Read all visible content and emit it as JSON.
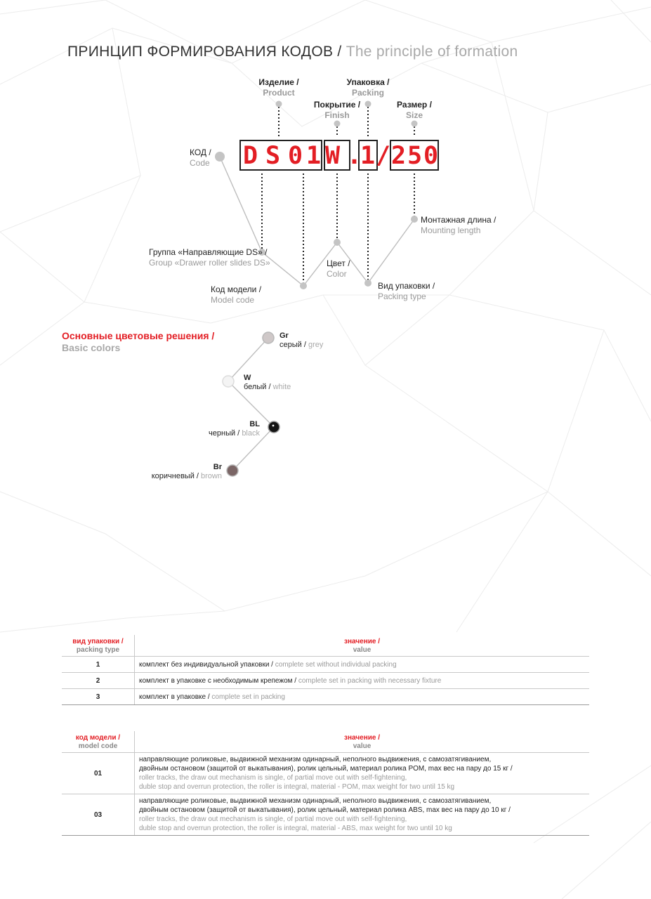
{
  "title": {
    "ru": "ПРИНЦИП ФОРМИРОВАНИЯ КОДОВ /",
    "en": "The principle of formation"
  },
  "diagram": {
    "code_chars": [
      "D",
      "S",
      "0",
      "1",
      "W",
      ".",
      "1",
      "/",
      "2",
      "5",
      "0"
    ],
    "labels": {
      "product": {
        "ru": "Изделие /",
        "en": "Product"
      },
      "finish": {
        "ru": "Покрытие /",
        "en": "Finish"
      },
      "packing": {
        "ru": "Упаковка /",
        "en": "Packing"
      },
      "size": {
        "ru": "Размер /",
        "en": "Size"
      },
      "code": {
        "ru": "КОД /",
        "en": "Code"
      },
      "group": {
        "ru": "Группа «Направляющие DS» /",
        "en": "Group «Drawer roller slides DS»"
      },
      "model_code": {
        "ru": "Код модели /",
        "en": "Model code"
      },
      "color": {
        "ru": "Цвет /",
        "en": "Color"
      },
      "packing_type": {
        "ru": "Вид упаковки /",
        "en": "Packing type"
      },
      "mounting_length": {
        "ru": "Монтажная длина /",
        "en": "Mounting length"
      }
    }
  },
  "colors_section": {
    "title_ru": "Основные цветовые решения /",
    "title_en": "Basic colors",
    "items": [
      {
        "code": "Gr",
        "ru": "серый /",
        "en": "grey",
        "swatch": "#cfc8c8"
      },
      {
        "code": "W",
        "ru": "белый /",
        "en": "white",
        "swatch": "#f4f4f4"
      },
      {
        "code": "BL",
        "ru": "черный /",
        "en": "black",
        "swatch": "#141414"
      },
      {
        "code": "Br",
        "ru": "коричневый /",
        "en": "brown",
        "swatch": "#7b6666"
      }
    ]
  },
  "packing_table": {
    "header": {
      "col1_ru": "вид упаковки /",
      "col1_en": "packing type",
      "col2_ru": "значение /",
      "col2_en": "value"
    },
    "rows": [
      {
        "num": "1",
        "ru": "комплект без индивидуальной упаковки /",
        "en": "complete set without individual packing"
      },
      {
        "num": "2",
        "ru": "комплект в упаковке с необходимым крепежом /",
        "en": "complete set in packing with necessary fixture"
      },
      {
        "num": "3",
        "ru": "комплект в упаковке /",
        "en": "complete set in packing"
      }
    ]
  },
  "model_table": {
    "header": {
      "col1_ru": "код модели /",
      "col1_en": "model code",
      "col2_ru": "значение /",
      "col2_en": "value"
    },
    "rows": [
      {
        "num": "01",
        "ru1": "направляющие роликовые, выдвижной механизм одинарный, неполного выдвижения, с самозатягиванием,",
        "ru2": "двойным остановом (защитой от выкатывания), ролик цельный, материал ролика POM, max вес на пару до 15 кг /",
        "en1": "roller tracks, the draw out mechanism is single, of partial move out with self-fightening,",
        "en2": "duble stop and overrun protection, the roller is integral, material - POM, max weight for two until 15 kg"
      },
      {
        "num": "03",
        "ru1": "направляющие роликовые, выдвижной механизм одинарный, неполного выдвижения, с самозатягиванием,",
        "ru2": "двойным остановом (защитой от выкатывания), ролик цельный, материал ролика ABS, max вес на пару до 10 кг /",
        "en1": "roller tracks, the draw out mechanism is single, of partial move out with self-fightening,",
        "en2": "duble stop and overrun protection, the roller is integral, material - ABS, max weight for two until 10 kg"
      }
    ]
  }
}
